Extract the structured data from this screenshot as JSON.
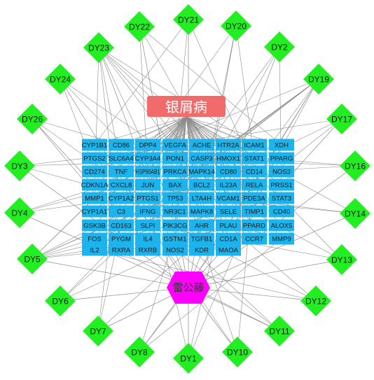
{
  "disease_node": {
    "label": "银屑病",
    "color": "#f26b6b"
  },
  "herb_node": {
    "label": "雷公藤",
    "color": "#ff00ff"
  },
  "compound_color": "#22ee22",
  "target_color": "#1ab4ee",
  "edge_color": "#8c8c8c",
  "compounds": [
    "DY21",
    "DY22",
    "DY20",
    "DY23",
    "DY2",
    "DY24",
    "DY19",
    "DY26",
    "DY17",
    "DY3",
    "DY16",
    "DY4",
    "DY14",
    "DY5",
    "DY13",
    "DY6",
    "DY12",
    "DY7",
    "DY11",
    "DY8",
    "DY10",
    "DY1"
  ],
  "targets": [
    [
      "CYP1B1",
      "CD86",
      "DPP4",
      "VEGFA",
      "ACHE",
      "HTR2A",
      "ICAM1",
      "XDH"
    ],
    [
      "PTGS2",
      "SLC6A4",
      "CYP3A4",
      "PON1",
      "CASP3",
      "HMOX1",
      "STAT1",
      "PPARG"
    ],
    [
      "CD274",
      "TNF",
      "HSP90AB1",
      "PRKCA",
      "MAPK14",
      "CD80",
      "CD14",
      "NOS3"
    ],
    [
      "CDKN1A",
      "CXCL8",
      "JUN",
      "BAX",
      "BCL2",
      "IL23A",
      "RELA",
      "PRSS1"
    ],
    [
      "MMP1",
      "CYP1A2",
      "PTGS1",
      "TP53",
      "LTA4H",
      "VCAM1",
      "PDE3A",
      "STAT3"
    ],
    [
      "CYP1A1",
      "C3",
      "IFNG",
      "NR3C1",
      "MAPK8",
      "SELE",
      "TIMP1",
      "CD40"
    ],
    [
      "GSK3B",
      "CD163",
      "SLPI",
      "PIK3CG",
      "AHR",
      "PLAU",
      "PPARD",
      "ALOX5"
    ],
    [
      "FOS",
      "PYGM",
      "IL4",
      "GSTM1",
      "TGFB1",
      "CD1A",
      "CCR7",
      "MMP9"
    ],
    [
      "IL2",
      "RXRA",
      "RXRB",
      "NOS2",
      "KDR",
      "MAOA"
    ]
  ]
}
